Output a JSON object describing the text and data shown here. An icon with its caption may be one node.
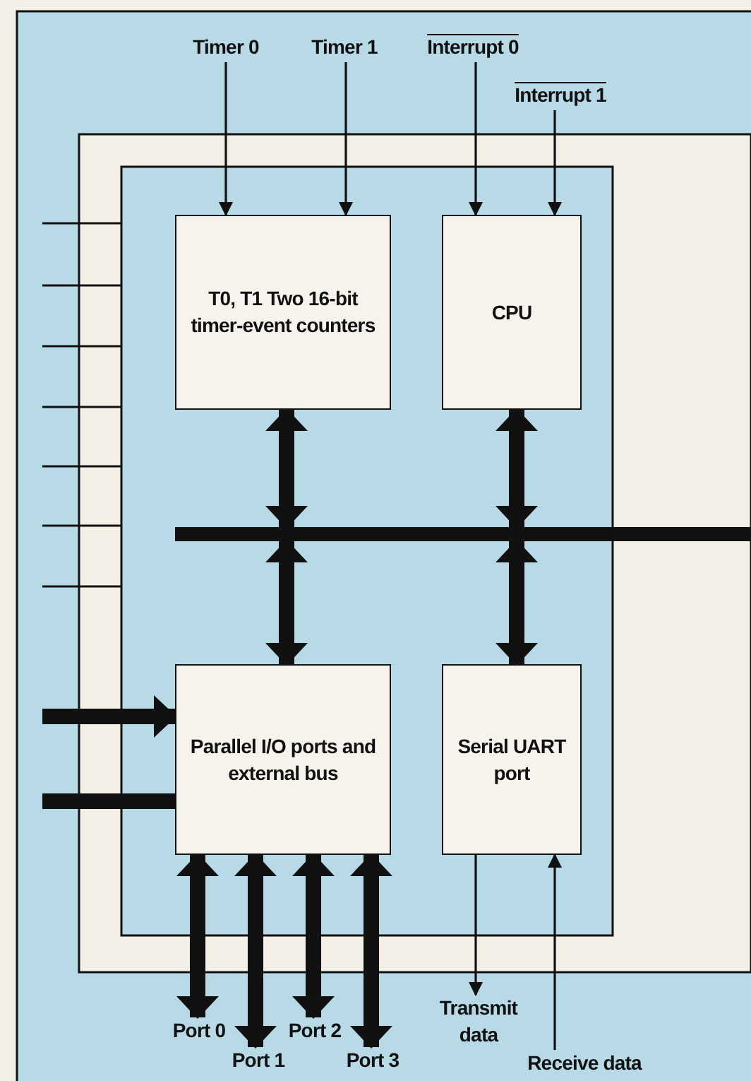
{
  "diagram": {
    "nodes": [
      {
        "text": [
          "Timer 0"
        ]
      },
      {
        "text": [
          "Timer 1"
        ]
      },
      {
        "text": [
          "Interrupt 0"
        ]
      },
      {
        "text": [
          "Interrupt 1"
        ]
      },
      {
        "text": [
          "T0, T1 Two 16-bit timer-event counters"
        ]
      },
      {
        "text": [
          "CPU"
        ]
      },
      {
        "text": [
          "Parallel I/O ports and external bus"
        ]
      },
      {
        "text": [
          "Serial UART port"
        ]
      },
      {
        "text": [],
        "shape": "bar"
      },
      {
        "text": [
          "Port 0"
        ]
      },
      {
        "text": [
          "Port 1"
        ]
      },
      {
        "text": [
          "Port 2"
        ]
      },
      {
        "text": [
          "Port 3"
        ]
      },
      {
        "text": [
          "Transmit data"
        ]
      },
      {
        "text": [
          "Receive data"
        ]
      }
    ],
    "edges": [
      {
        "from": 0,
        "to": 4,
        "arrow": "to"
      },
      {
        "from": 1,
        "to": 4,
        "arrow": "to"
      },
      {
        "from": 2,
        "to": 5,
        "arrow": "to"
      },
      {
        "from": 3,
        "to": 5,
        "arrow": "to"
      },
      {
        "from": 4,
        "to": 8,
        "arrow": "both"
      },
      {
        "from": 5,
        "to": 8,
        "arrow": "both"
      },
      {
        "from": 8,
        "to": 6,
        "arrow": "both"
      },
      {
        "from": 8,
        "to": 7,
        "arrow": "both"
      },
      {
        "from": 6,
        "to": 9,
        "arrow": "both"
      },
      {
        "from": 6,
        "to": 10,
        "arrow": "both"
      },
      {
        "from": 6,
        "to": 11,
        "arrow": "both"
      },
      {
        "from": 6,
        "to": 12,
        "arrow": "both"
      },
      {
        "from": 7,
        "to": 13,
        "arrow": "to"
      },
      {
        "from": 14,
        "to": 7,
        "arrow": "to"
      },
      {
        "from": null,
        "to": 6,
        "arrow": "to"
      },
      {
        "from": null,
        "to": 6,
        "arrow": "none"
      }
    ]
  }
}
